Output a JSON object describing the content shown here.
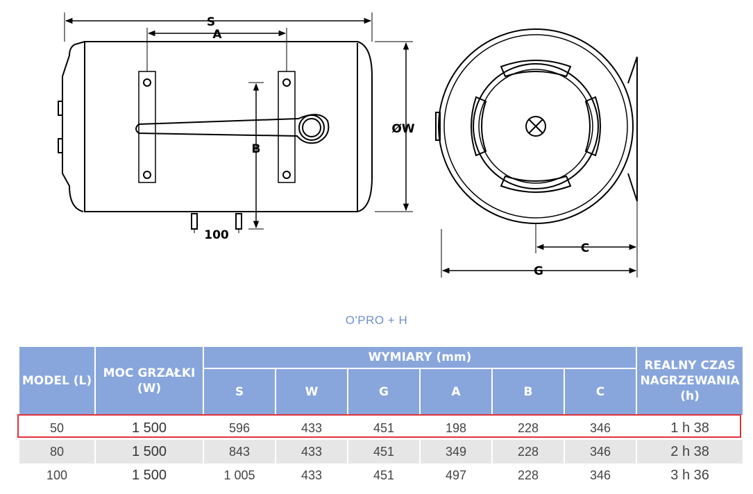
{
  "drawing": {
    "labels": {
      "S": "S",
      "A": "A",
      "B": "B",
      "W": "ØW",
      "pipe_spacing": "100",
      "C": "C",
      "G": "G"
    }
  },
  "title": "O'PRO + H",
  "table": {
    "headers": {
      "model": "MODEL (L)",
      "power": "MOC GRZAŁKI (W)",
      "dimensions_group": "WYMIARY (mm)",
      "heating_time": "REALNY CZAS NAGRZEWANIA (h)",
      "dims": [
        "S",
        "W",
        "G",
        "A",
        "B",
        "C"
      ]
    },
    "rows": [
      {
        "model": "50",
        "power": "1 500",
        "S": "596",
        "W": "433",
        "G": "451",
        "A": "198",
        "B": "228",
        "C": "346",
        "time": "1 h 38"
      },
      {
        "model": "80",
        "power": "1 500",
        "S": "843",
        "W": "433",
        "G": "451",
        "A": "349",
        "B": "228",
        "C": "346",
        "time": "2 h 38"
      },
      {
        "model": "100",
        "power": "1 500",
        "S": "1 005",
        "W": "433",
        "G": "451",
        "A": "497",
        "B": "228",
        "C": "346",
        "time": "3 h 36"
      }
    ],
    "highlight_color": "#e0303a",
    "header_color": "#88a6dc"
  }
}
